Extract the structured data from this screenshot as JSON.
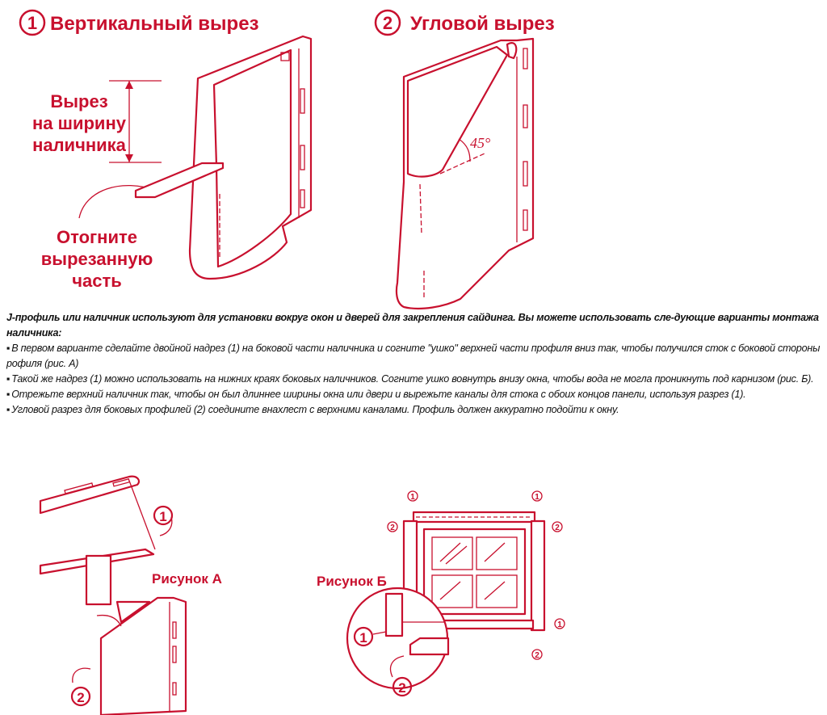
{
  "accent_color": "#c8102e",
  "section1": {
    "number": "1",
    "title": "Вертикальный вырез",
    "cut_label": [
      "Вырез",
      "на ширину",
      "наличника"
    ],
    "bend_label": [
      "Отогните",
      "вырезанную",
      "часть"
    ]
  },
  "section2": {
    "number": "2",
    "title": "Угловой вырез",
    "angle": "45°"
  },
  "text": {
    "intro": "J-профиль или наличник используют для установки вокруг окон и дверей для закрепления сайдинга. Вы можете использовать сле-дующие варианты монтажа",
    "intro2": "наличника:",
    "bullets": [
      "В первом варианте сделайте двойной надрез (1) на боковой части наличника и согните \"ушко\" верхней части профиля вниз так, чтобы получился сток с боковой стороны рофиля (рис. А)",
      "Такой же надрез (1) можно использовать на нижних краях боковых наличников. Согните ушко вовнутрь внизу окна, чтобы вода не могла проникнуть под карнизом (рис. Б).",
      "Отрежьте верхний наличник так, чтобы он был длиннее ширины окна или двери и вырежьте каналы для стока с обоих концов панели, используя разрез (1).",
      "Угловой разрез для боковых профилей (2) соедините внахлест с верхними каналами. Профиль должен аккуратно подойти к окну."
    ]
  },
  "figure_a": {
    "caption": "Рисунок А",
    "marker1": "1",
    "marker2": "2"
  },
  "figure_b": {
    "caption": "Рисунок Б",
    "marker1": "1",
    "marker2": "2"
  }
}
